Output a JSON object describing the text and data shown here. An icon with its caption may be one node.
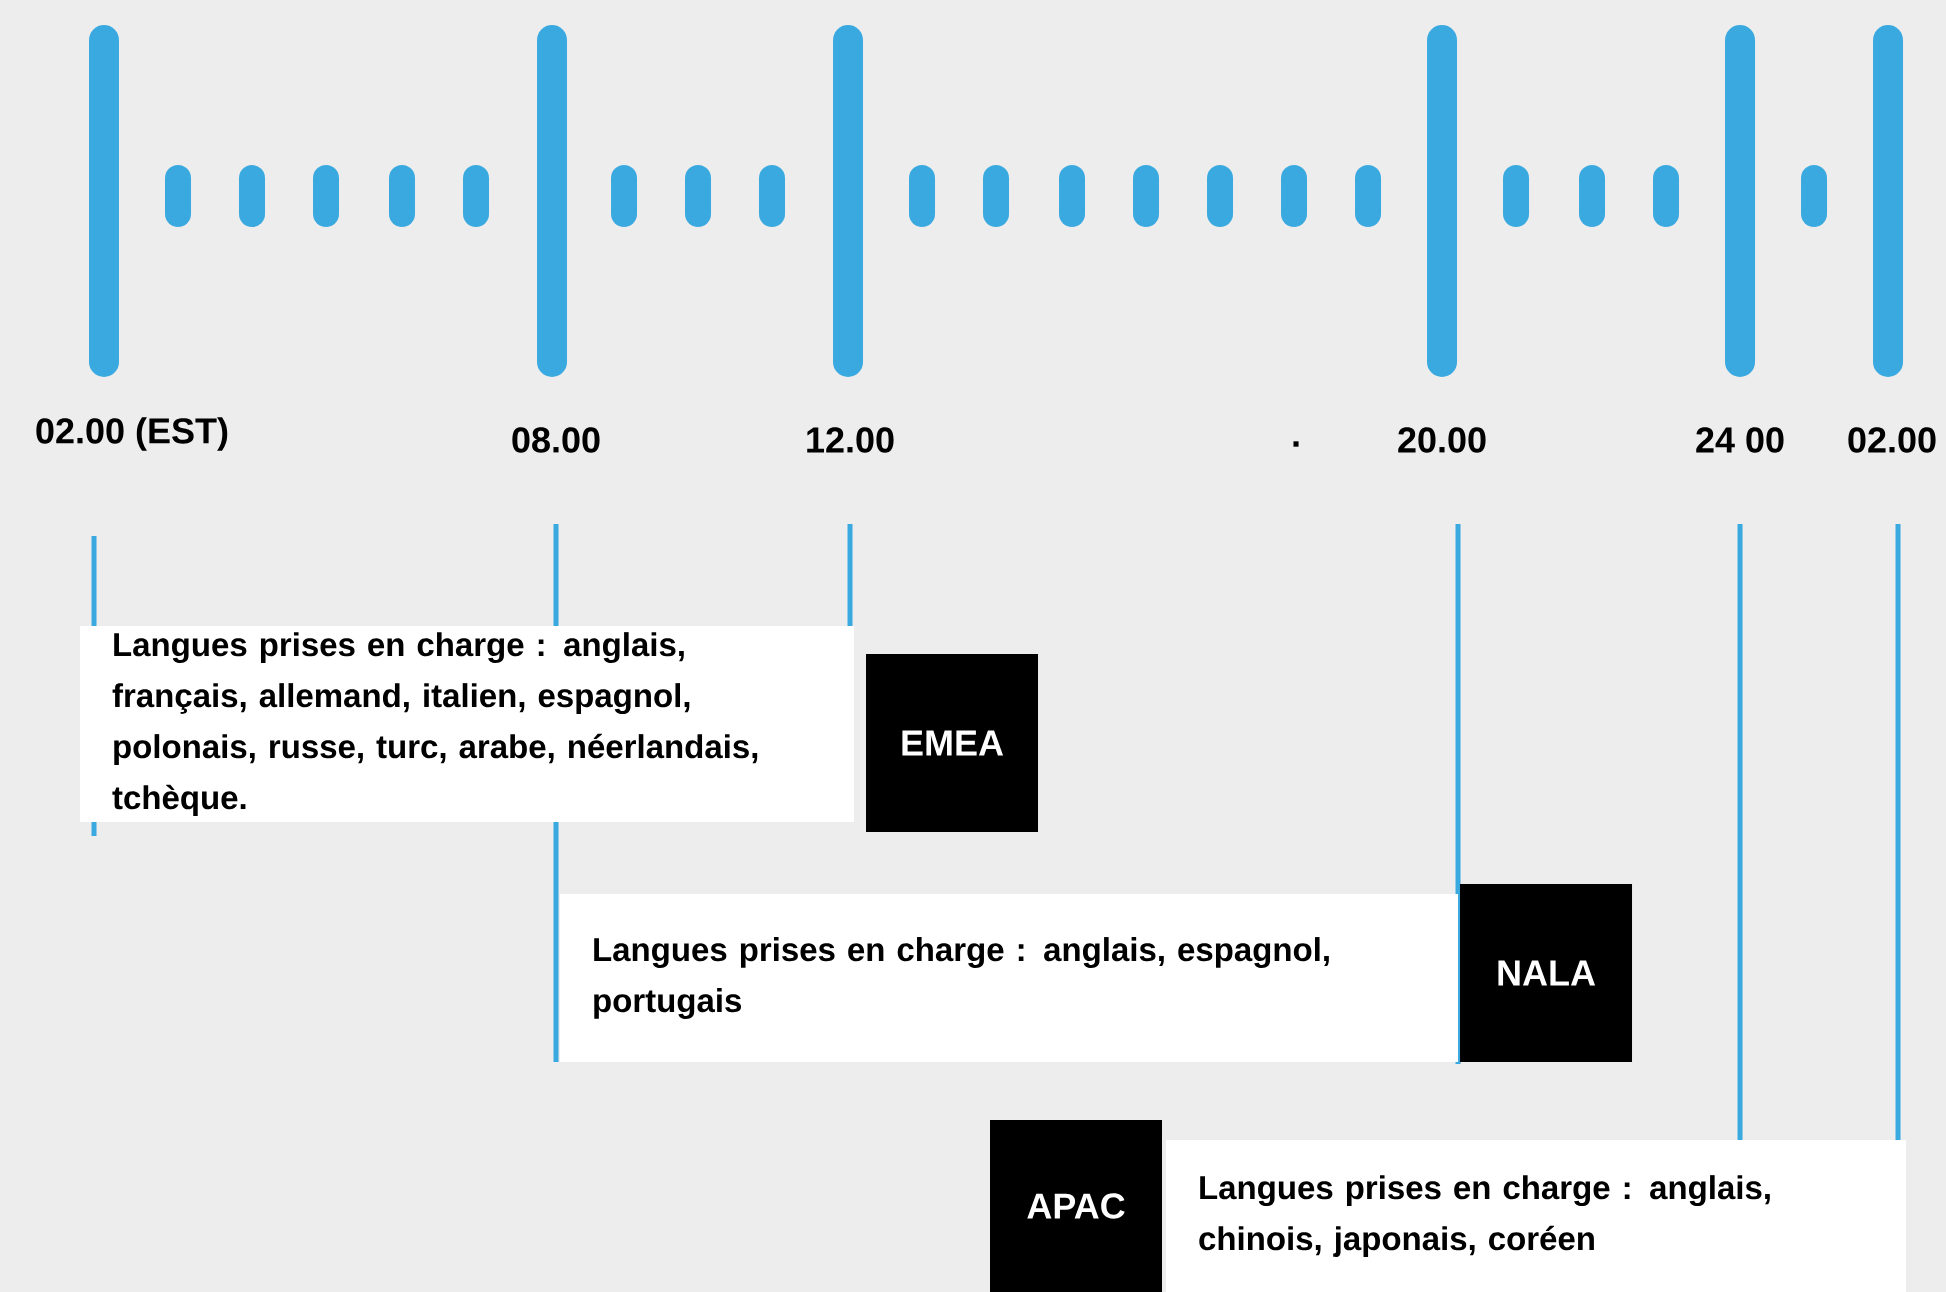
{
  "diagram": {
    "nodes": [
      {
        "text": [
          "Langues prises en charge : anglais, français, allemand, italien, espagnol, polonais, russe, turc, arabe, néerlandais, tchèque."
        ]
      },
      {
        "text": [
          "EMEA"
        ]
      },
      {
        "text": [
          "Langues prises en charge : anglais, espagnol, portugais"
        ]
      },
      {
        "text": [
          "NALA"
        ]
      },
      {
        "text": [
          "APAC"
        ]
      },
      {
        "text": [
          "Langues prises en charge : anglais, chinois, japonais, coréen"
        ]
      }
    ],
    "labels": [
      "02.00 (EST)",
      "08.00",
      "12.00",
      ".",
      "20.00",
      "24 00",
      "02.00"
    ]
  }
}
